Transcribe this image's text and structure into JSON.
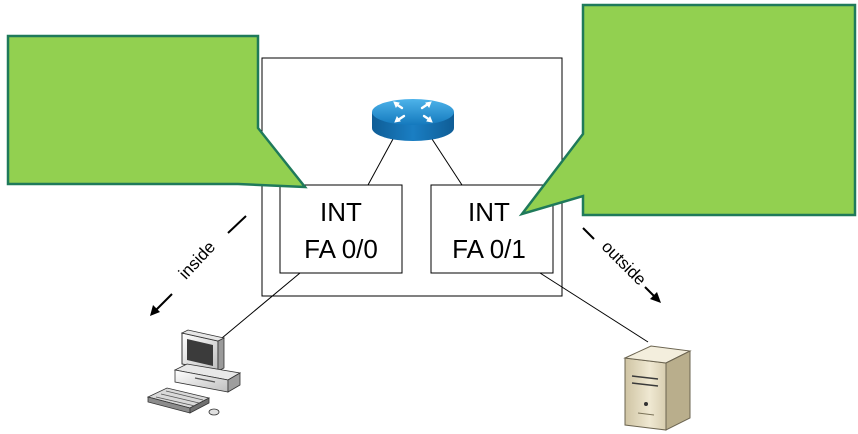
{
  "diagram": {
    "interfaces": {
      "left": {
        "line1": "INT",
        "line2": "FA 0/0"
      },
      "right": {
        "line1": "INT",
        "line2": "FA 0/1"
      }
    },
    "directions": {
      "inside": "inside",
      "outside": "outside"
    },
    "callouts": {
      "left_text": "",
      "right_text": ""
    },
    "icons": {
      "router": "router-icon",
      "pc": "desktop-pc-icon",
      "server": "server-icon"
    },
    "colors": {
      "callout_fill": "#92d050",
      "callout_border": "#1f7a5a",
      "router_blue": "#1a7ec3",
      "line": "#000000"
    }
  }
}
